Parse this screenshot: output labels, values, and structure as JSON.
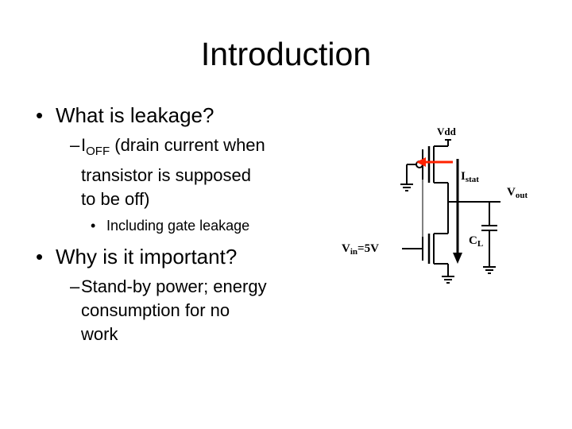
{
  "slide": {
    "title": "Introduction",
    "bullet1": {
      "text": "What is leakage?",
      "sub": {
        "var_base": "I",
        "var_sub": "OFF",
        "line1_rest": " (drain current when",
        "line2": "transistor is supposed",
        "line3": "to be off)",
        "subsub": "Including gate leakage"
      }
    },
    "bullet2": {
      "text": "Why is it important?",
      "sub": {
        "line1": "Stand-by power; energy",
        "line2": "consumption for no",
        "line3": "work"
      }
    }
  },
  "circuit": {
    "vdd": "Vdd",
    "istat_base": "I",
    "istat_sub": "stat",
    "vout_base": "V",
    "vout_sub": "out",
    "cl_base": "C",
    "cl_sub": "L",
    "vin_base": "V",
    "vin_sub": "in",
    "vin_rest": "=5V",
    "arrow_color": "#ff2200"
  }
}
